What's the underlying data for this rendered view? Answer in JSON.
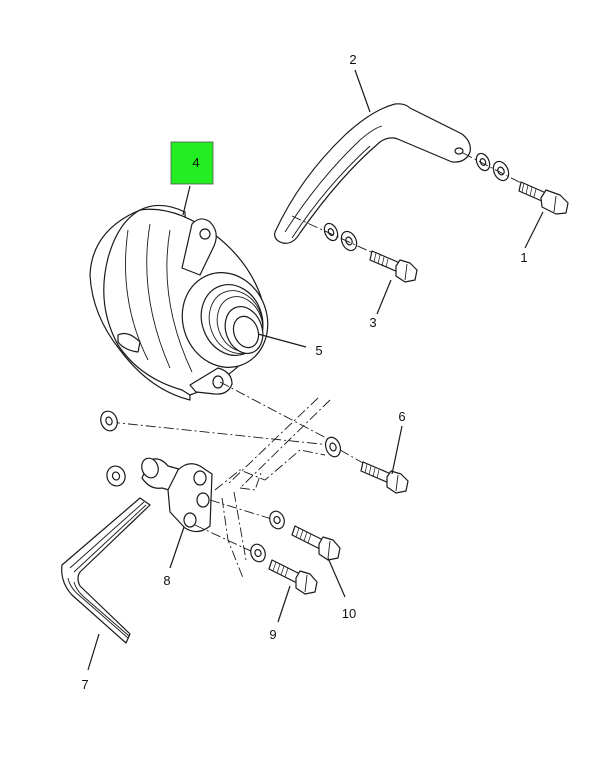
{
  "colors": {
    "highlight": "#22ee22",
    "line": "#1a1a1a"
  },
  "callouts": {
    "c1": "1",
    "c2": "2",
    "c3": "3",
    "c4": "4",
    "c5": "5",
    "c6": "6",
    "c7": "7",
    "c8": "8",
    "c9": "9",
    "c10": "10"
  },
  "highlighted_callout": "4"
}
